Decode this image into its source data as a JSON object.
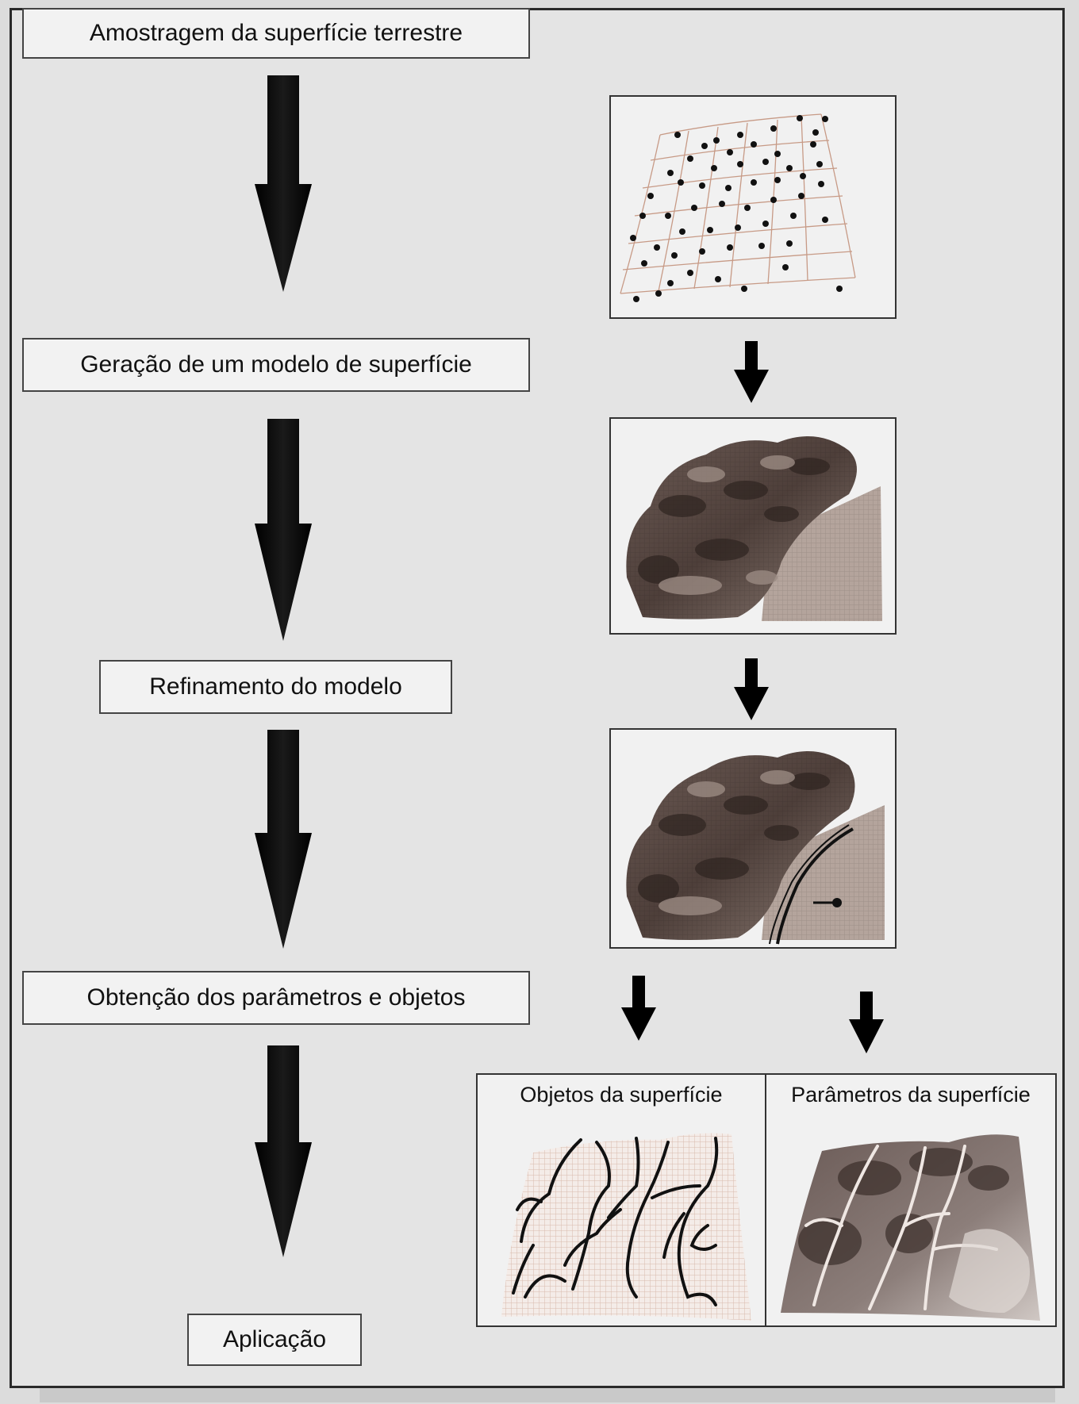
{
  "steps": {
    "sampling": "Amostragem da superfície terrestre",
    "generation": "Geração de um modelo de superfície",
    "refinement": "Refinamento do modelo",
    "extraction": "Obtenção dos parâmetros e objetos",
    "application": "Aplicação"
  },
  "panels": {
    "objects_caption": "Objetos da superfície",
    "parameters_caption": "Parâmetros da superfície"
  },
  "colors": {
    "arrow": "#000000",
    "grid_line": "#c79a86",
    "terrain_dark": "#4e3f3a",
    "terrain_light": "#b4a49c",
    "drainage": "#111111"
  }
}
